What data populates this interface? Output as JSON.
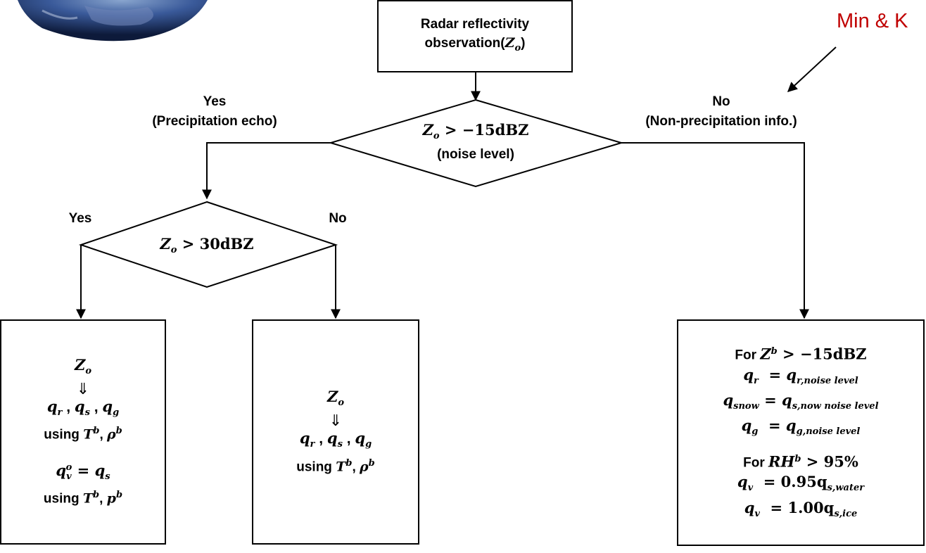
{
  "corner_text": "Min & K",
  "top_box": {
    "line1": "Radar reflectivity",
    "line2_prefix": "observation(",
    "line2_var": "Z",
    "line2_sub": "o",
    "line2_suffix": ")"
  },
  "decision1": {
    "var": "Z",
    "sub": "o",
    "cond": " > −15dBZ",
    "note": "(noise level)"
  },
  "decision1_yes": {
    "label": "Yes",
    "note": "(Precipitation echo)"
  },
  "decision1_no": {
    "label": "No",
    "note": "(Non-precipitation info.)"
  },
  "decision2": {
    "var": "Z",
    "sub": "o",
    "cond": " > 30dBZ"
  },
  "decision2_yes": "Yes",
  "decision2_no": "No",
  "box_left": {
    "z": "Z",
    "z_sub": "o",
    "arrow": "⇓",
    "q_r": "q",
    "q_r_sub": "r",
    "q_s": "q",
    "q_s_sub": "s",
    "q_g": "q",
    "q_g_sub": "g",
    "using1": "using ",
    "T": "T",
    "T_sup": "b",
    "rho": "ρ",
    "rho_sup": "b",
    "qv": "q",
    "qv_sub": "v",
    "qv_sup": "o",
    "eq": " = ",
    "qs": "q",
    "qs_sub": "s",
    "using2": "using ",
    "T2": "T",
    "T2_sup": "b",
    "p": "p",
    "p_sup": "b"
  },
  "box_middle": {
    "z": "Z",
    "z_sub": "o",
    "arrow": "⇓",
    "q_r": "q",
    "q_r_sub": "r",
    "q_s": "q",
    "q_s_sub": "s",
    "q_g": "q",
    "q_g_sub": "g",
    "using": "using ",
    "T": "T",
    "T_sup": "b",
    "rho": "ρ",
    "rho_sup": "b"
  },
  "box_right": {
    "for1": "For ",
    "Z": "Z",
    "Z_sup": "b",
    "cond1": " > −15dBZ",
    "qr": "q",
    "qr_sub": "r",
    "qr_rhs": "q",
    "qr_rhs_sub": "r,noise level",
    "qsnow": "q",
    "qsnow_sub": "snow",
    "qsnow_rhs": "q",
    "qsnow_rhs_sub": "s,now noise level",
    "qg": "q",
    "qg_sub": "g",
    "qg_rhs": "q",
    "qg_rhs_sub": "g,noise level",
    "for2": "For ",
    "RH": "RH",
    "RH_sup": "b",
    "cond2": " > 95%",
    "qv1": "q",
    "qv1_sub": "v",
    "qv1_rhs": "0.95q",
    "qv1_rhs_sub": "s,water",
    "qv2": "q",
    "qv2_sub": "v",
    "qv2_rhs": "1.00q",
    "qv2_rhs_sub": "s,ice"
  },
  "colors": {
    "corner_text": "#c00000",
    "line": "#000000"
  }
}
